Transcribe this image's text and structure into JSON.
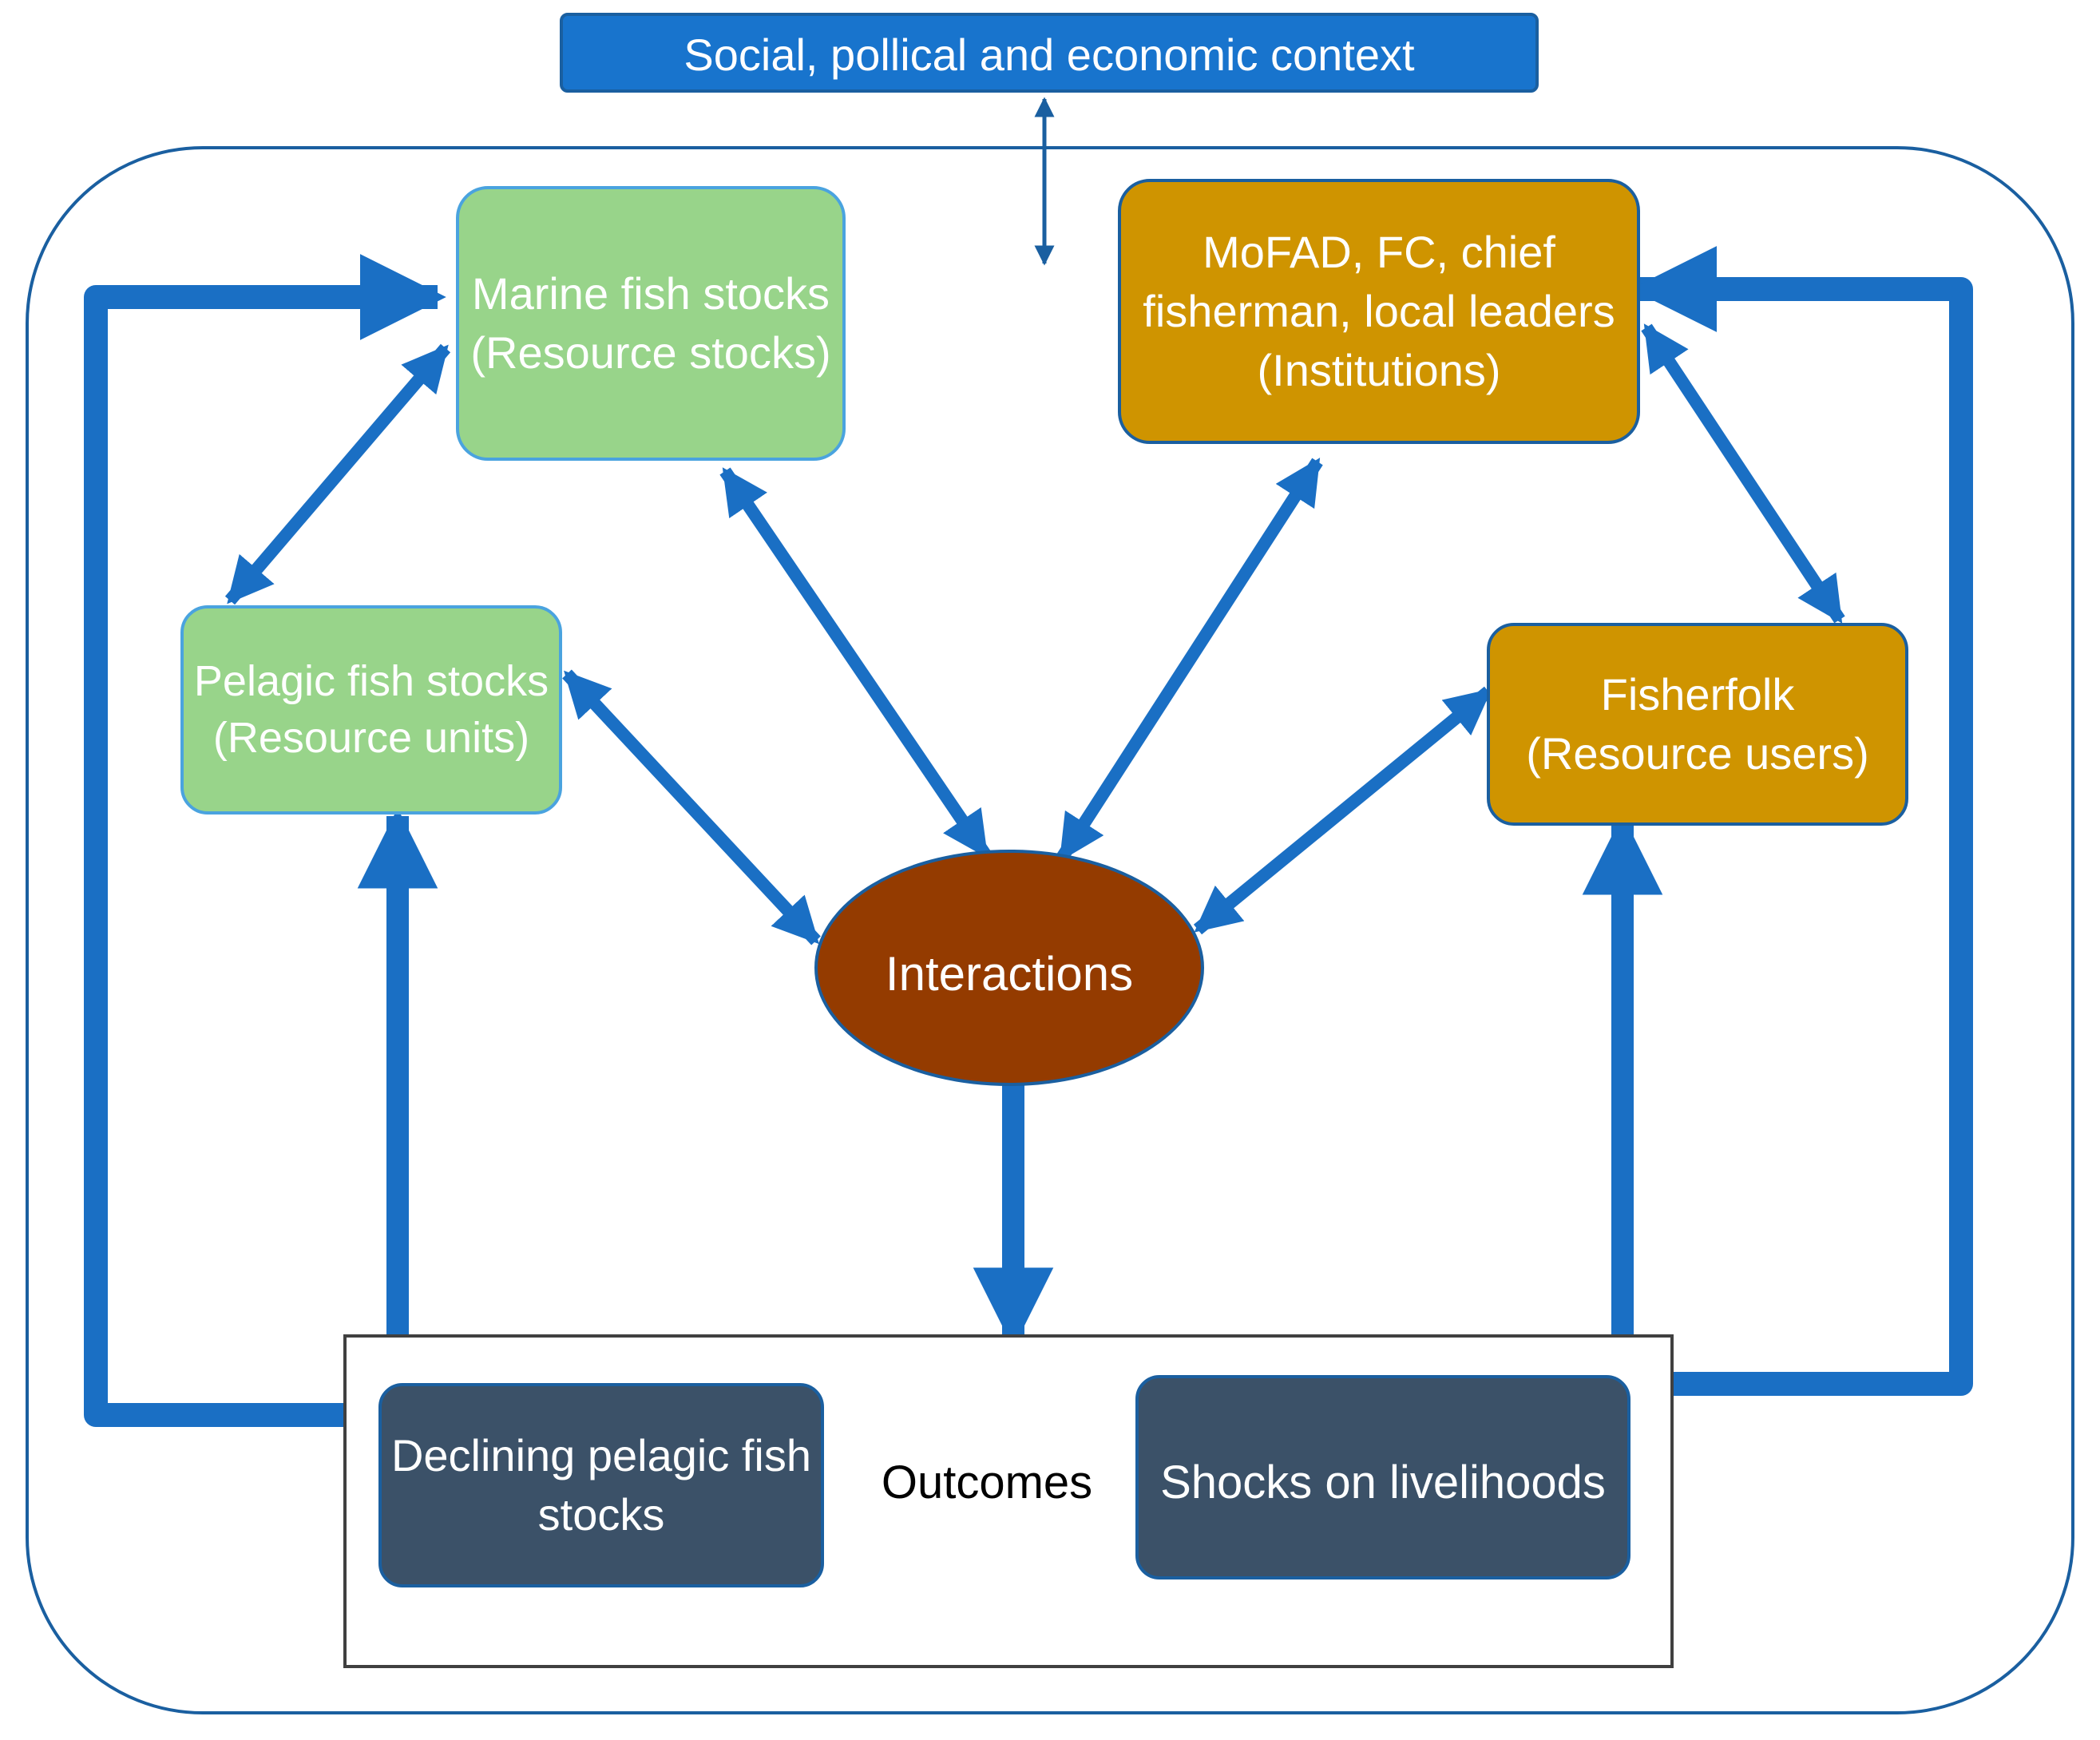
{
  "context": {
    "label": "Social, pollical and economic context"
  },
  "nodes": {
    "marine": {
      "line1": "Marine fish stocks",
      "line2": "(Resource stocks)"
    },
    "pelagic": {
      "line1": "Pelagic fish stocks",
      "line2": "(Resource units)"
    },
    "institutions": {
      "line1": "MoFAD, FC, chief",
      "line2": "fisherman, local leaders",
      "line3": "(Institutions)"
    },
    "fisherfolk": {
      "line1": "Fisherfolk",
      "line2": "(Resource users)"
    },
    "interactions": {
      "label": "Interactions"
    }
  },
  "outcomes": {
    "label": "Outcomes",
    "left": {
      "line1": "Declining pelagic fish",
      "line2": "stocks"
    },
    "right": {
      "label": "Shocks on livelihoods"
    }
  },
  "colors": {
    "arrow_blue": "#1a6fc4",
    "context_blue": "#1874cd",
    "green_box": "#98d48a",
    "green_border": "#4aa3df",
    "gold_box": "#cf9400",
    "gold_border": "#1a5fa0",
    "interactions_fill": "#943b00",
    "outcome_box": "#3b5168",
    "frame_blue": "#1a5fa0"
  }
}
